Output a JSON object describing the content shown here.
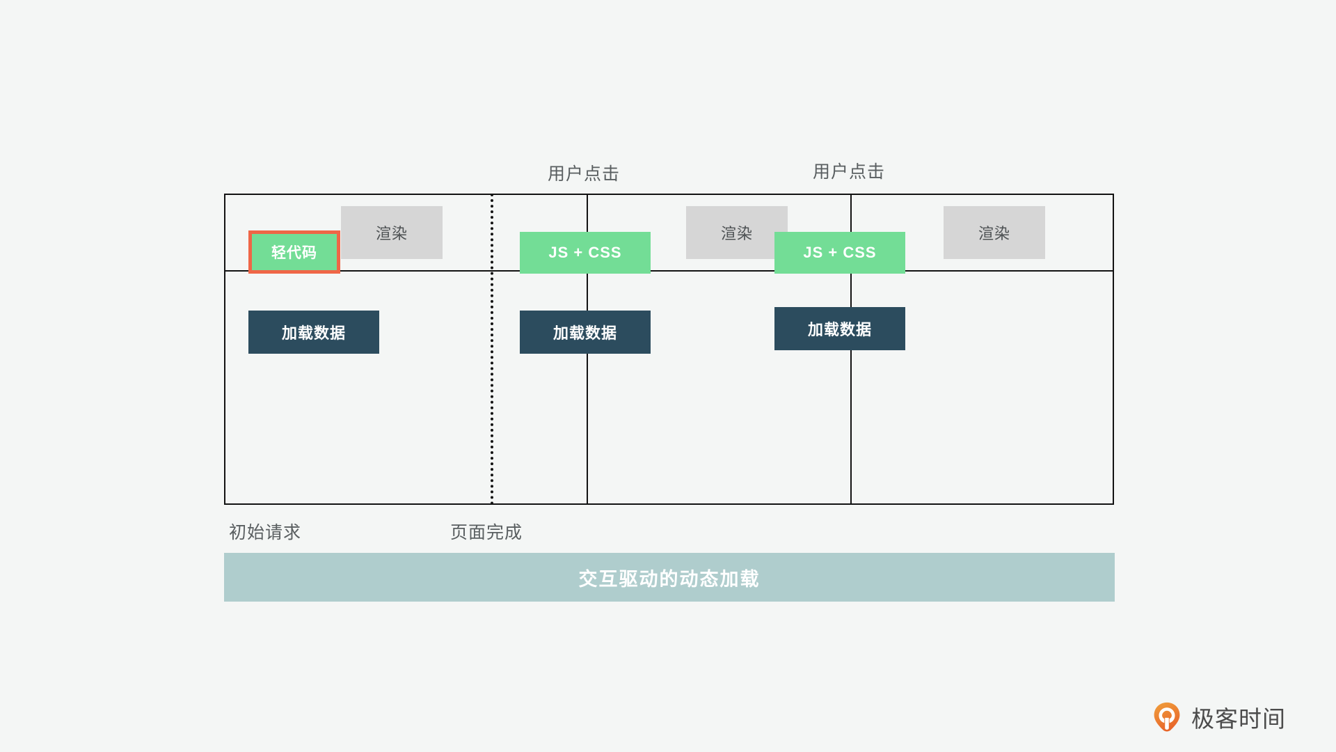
{
  "background_color": "#f4f6f5",
  "annotations": {
    "click_1": "用户点击",
    "click_2": "用户点击"
  },
  "timeline": {
    "columns": [
      {
        "id": "initial-load",
        "render_label": "渲染",
        "code_label": "轻代码",
        "data_label": "加载数据",
        "code_highlighted": true
      },
      {
        "id": "first-interaction",
        "render_label": "渲染",
        "code_label": "JS + CSS",
        "data_label": "加载数据",
        "code_highlighted": false
      },
      {
        "id": "second-interaction",
        "render_label": "渲染",
        "code_label": "JS + CSS",
        "data_label": "加载数据",
        "code_highlighted": false
      }
    ]
  },
  "axis": {
    "start_label": "初始请求",
    "complete_label": "页面完成"
  },
  "summary": {
    "text": "交互驱动的动态加载"
  },
  "brand": {
    "name": "极客时间",
    "mark_icon": "geektime-logo-icon"
  },
  "colors": {
    "background": "#f4f6f5",
    "border": "#121212",
    "render_box": "#d6d6d6",
    "render_text": "#4d5153",
    "code_box": "#73dd96",
    "code_highlight_border": "#ef6647",
    "data_box": "#2c4c5e",
    "banner": "#afcdcd",
    "label_text": "#595e60",
    "brand_orange": "#ee7b33"
  }
}
